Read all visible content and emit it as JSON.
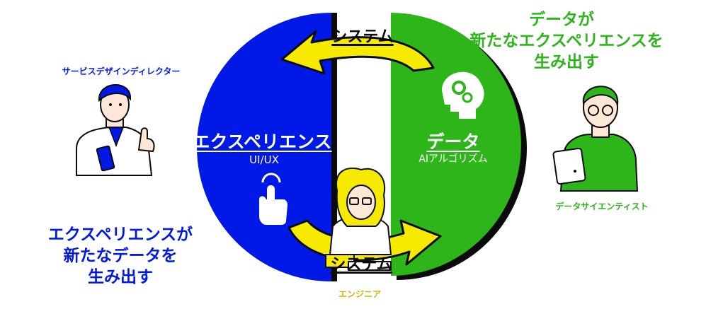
{
  "colors": {
    "blue": "#0019e6",
    "green": "#2db51a",
    "yellow": "#f5ea00",
    "yellow_dark": "#c9b900",
    "dark": "#0b0b0b",
    "skin": "#fde8d8",
    "white": "#ffffff"
  },
  "top_right_caption": {
    "line1": "データが",
    "line2": "新たなエクスペリエンスを",
    "line3": "生み出す"
  },
  "bottom_left_caption": {
    "line1": "エクスペリエンスが",
    "line2": "新たなデータを",
    "line3": "生み出す"
  },
  "roles": {
    "director": "サービスデザインディレクター",
    "scientist": "データサイエンティスト",
    "engineer": "エンジニア"
  },
  "experience": {
    "title": "エクスペリエンス",
    "subtitle": "UI/UX"
  },
  "data_side": {
    "title": "データ",
    "subtitle": "AIアルゴリズム"
  },
  "system": {
    "top_label": "システム",
    "bottom_label": "システム"
  },
  "icons": [
    "gear-head-icon",
    "hand-pointer-icon"
  ]
}
